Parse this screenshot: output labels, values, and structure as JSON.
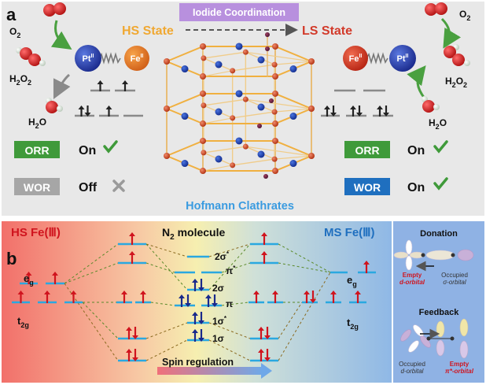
{
  "panel_a": {
    "label": "a",
    "hs_title": "HS State",
    "ls_title": "LS State",
    "banner": "Iodide  Coordination",
    "pt": "Pt",
    "fe": "Fe",
    "ox": "II",
    "o2_main": "O",
    "o2_sub": "2",
    "h2o2_a": "H",
    "h2o2_b": "2",
    "h2o2_c": "O",
    "h2o2_d": "2",
    "h2o_a": "H",
    "h2o_b": "2",
    "h2o_c": "O",
    "orr": "ORR",
    "wor": "WOR",
    "on": "On",
    "off": "Off",
    "clathrate_caption": "Hofmann Clathrates",
    "colors": {
      "hs": "#f0a832",
      "ls": "#d23a2a",
      "orr": "#3f9a3a",
      "wor_hs": "#a6a6a6",
      "wor_ls": "#1f6fbf",
      "check": "#3f9a3a",
      "cross": "#9a9a9a",
      "caption": "#3a9be0"
    }
  },
  "panel_b": {
    "label": "b",
    "hs_title": "HS Fe(Ⅲ)",
    "ms_title": "MS Fe(Ⅲ)",
    "n2_title_a": "N",
    "n2_title_b": "2",
    "n2_title_c": " molecule",
    "mo_labels": [
      "2σ",
      "π",
      "2σ",
      "π",
      "1σ",
      "1σ"
    ],
    "mo_sup": [
      "*",
      "*",
      "",
      "",
      "*",
      ""
    ],
    "eg_a": "e",
    "eg_b": "g",
    "t2g_a": "t",
    "t2g_b": "2g",
    "spin_regulation": "Spin regulation",
    "donation": "Donation",
    "feedback": "Feedback",
    "empty": "Empty",
    "d_orbital": "d-orbital",
    "occupied": "Occupied",
    "sigma_orbital": "σ-orbital",
    "pi_orbital": "π*-orbital",
    "colors": {
      "level": "#2aa8e0",
      "arrow_red": "#d0141e",
      "arrow_navy": "#1a2a8c",
      "title_red": "#d0141e",
      "title_blue": "#1f6fbf"
    }
  }
}
